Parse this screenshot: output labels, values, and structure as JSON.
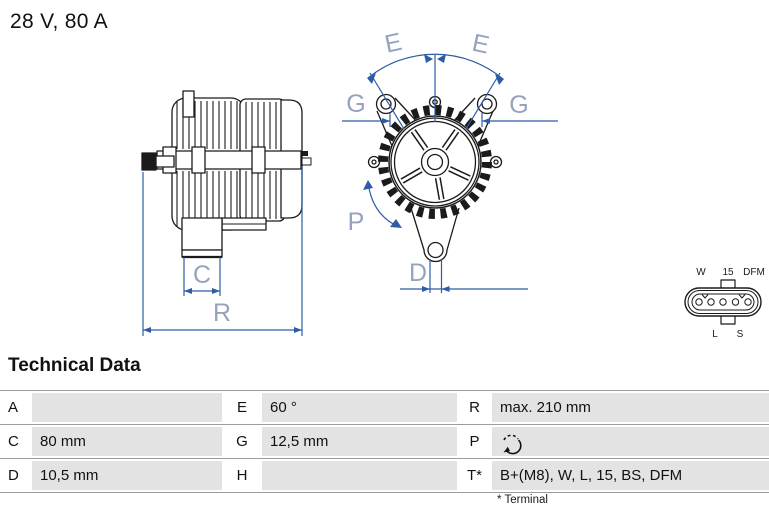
{
  "header": {
    "rating": "28 V, 80 A"
  },
  "diagram": {
    "labels": {
      "c": "C",
      "r": "R",
      "e": "E",
      "g": "G",
      "p": "P",
      "d": "D"
    },
    "connector": {
      "top_labels": [
        "W",
        "15",
        "DFM"
      ],
      "bottom_labels": [
        "L",
        "S"
      ]
    },
    "icons": {
      "rotation": "rotation-counterclockwise"
    }
  },
  "technical_data": {
    "title": "Technical Data",
    "rows": [
      [
        {
          "label": "A",
          "value": ""
        },
        {
          "label": "E",
          "value": "60 °"
        },
        {
          "label": "R",
          "value": "max. 210 mm"
        }
      ],
      [
        {
          "label": "C",
          "value": "80 mm"
        },
        {
          "label": "G",
          "value": "12,5 mm"
        },
        {
          "label": "P",
          "value": "",
          "value_icon": "rotation-counterclockwise"
        }
      ],
      [
        {
          "label": "D",
          "value": "10,5 mm"
        },
        {
          "label": "H",
          "value": ""
        },
        {
          "label": "T*",
          "value": "B+(M8), W, L, 15, BS, DFM"
        }
      ]
    ],
    "footnote": "* Terminal"
  },
  "colors": {
    "dimension_blue": "#2d5da6",
    "dim_label_blue": "#96a3bf",
    "drawing_stroke": "#1b1b1b",
    "table_cell_gray": "#e3e3e3",
    "table_line_gray": "#9c9c9c"
  }
}
